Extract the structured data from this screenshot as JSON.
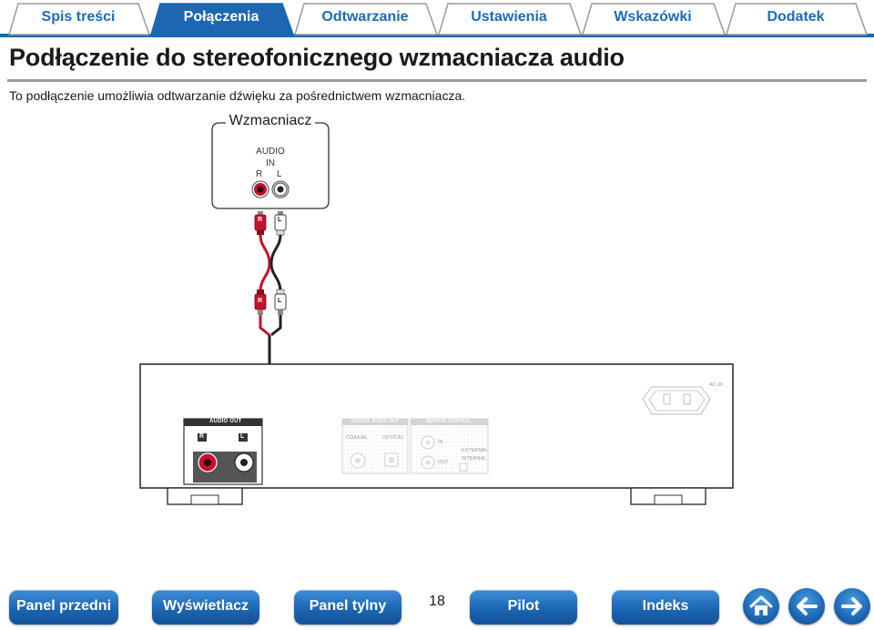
{
  "tabs": [
    {
      "label": "Spis treści",
      "active": false
    },
    {
      "label": "Połączenia",
      "active": true
    },
    {
      "label": "Odtwarzanie",
      "active": false
    },
    {
      "label": "Ustawienia",
      "active": false
    },
    {
      "label": "Wskazówki",
      "active": false
    },
    {
      "label": "Dodatek",
      "active": false
    }
  ],
  "page": {
    "title": "Podłączenie do stereofonicznego wzmacniacza audio",
    "intro": "To podłączenie umożliwia odtwarzanie dźwięku za pośrednictwem wzmacniacza."
  },
  "diagram": {
    "amplifier_label": "Wzmacniacz",
    "amp_audio": "AUDIO",
    "amp_in": "IN",
    "amp_r": "R",
    "amp_l": "L",
    "plug_r": "R",
    "plug_l": "L",
    "audio_out": "AUDIO OUT",
    "panel_r": "R",
    "panel_l": "L",
    "digital_audio_out": "DIGITAL AUDIO OUT",
    "coaxial": "COAXIAL",
    "optical": "OPTICAL",
    "remote_control": "REMOTE CONTROL",
    "rc_in": "IN",
    "rc_out": "OUT",
    "external": "EXTERNAL",
    "internal": "INTERNAL",
    "ac_in": "AC IN"
  },
  "nav": {
    "buttons": [
      "Panel przedni",
      "Wyświetlacz",
      "Panel tylny",
      "Pilot",
      "Indeks"
    ],
    "page_number": "18",
    "icons": [
      "home-icon",
      "arrow-left-icon",
      "arrow-right-icon"
    ]
  },
  "colors": {
    "accent_blue": "#1c6cb7",
    "active_tab": "#1c66b2",
    "rca_red": "#c8102e",
    "panel_dark": "#555555"
  }
}
